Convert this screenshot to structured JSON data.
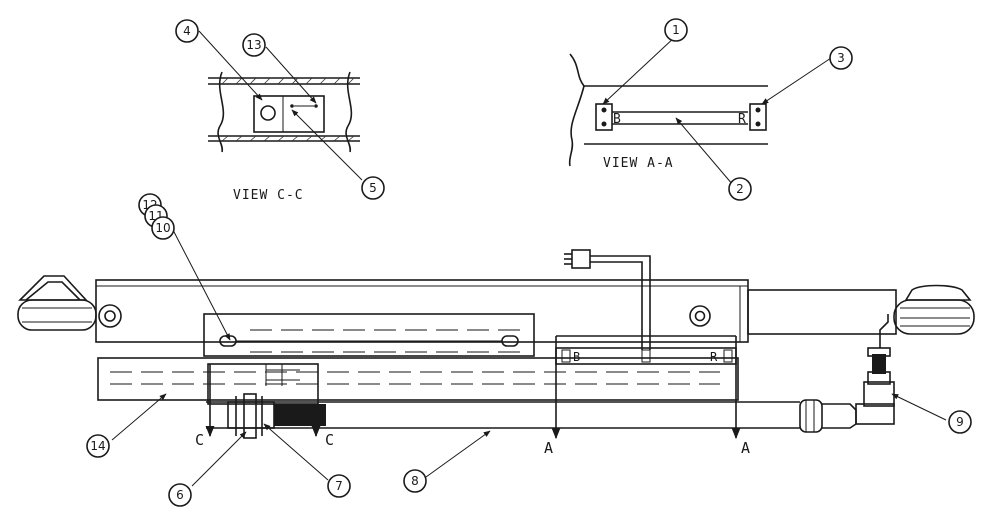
{
  "views": {
    "c_c": "VIEW C-C",
    "a_a": "VIEW A-A"
  },
  "section_marks": {
    "a": "A",
    "c": "C"
  },
  "part_labels": {
    "b": "B",
    "r": "R"
  },
  "balloons": [
    "1",
    "2",
    "3",
    "4",
    "5",
    "6",
    "7",
    "8",
    "9",
    "10",
    "11",
    "12",
    "13",
    "14"
  ]
}
